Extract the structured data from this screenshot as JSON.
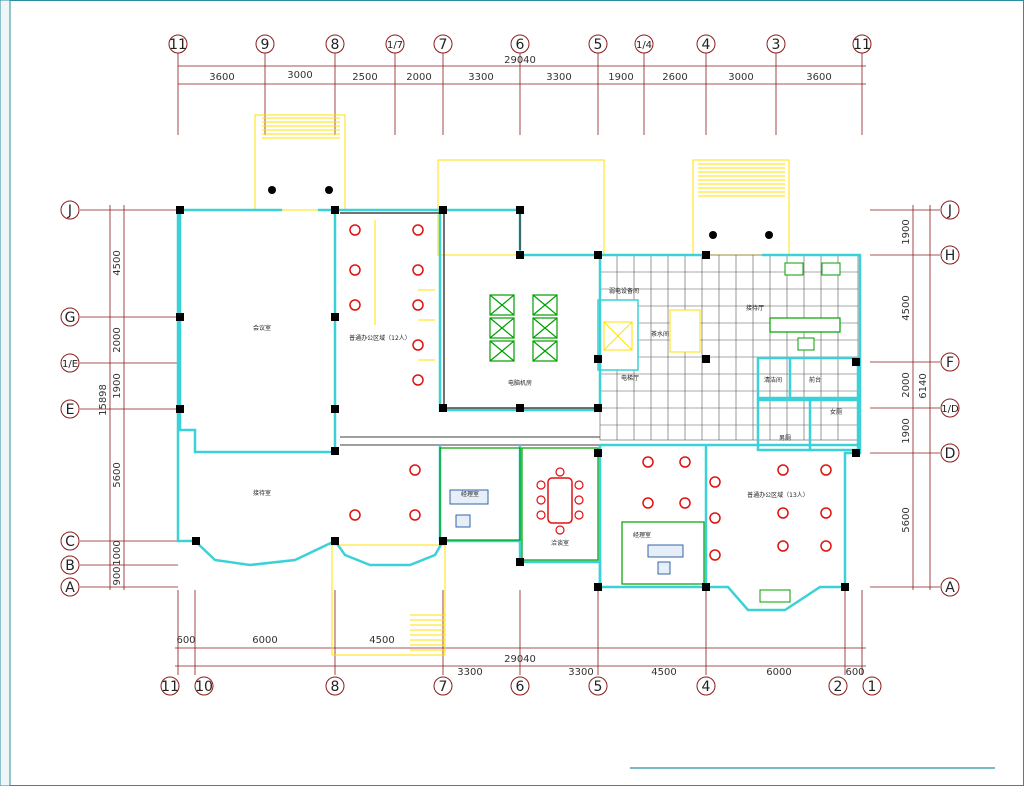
{
  "top_axes": [
    "11",
    "9",
    "8",
    "1/7",
    "7",
    "6",
    "5",
    "1/4",
    "4",
    "3",
    "11"
  ],
  "top_overall": "29040",
  "top_dims": [
    "3600",
    "3000",
    "2500",
    "2000",
    "3300",
    "3300",
    "1900",
    "2600",
    "3000",
    "3600"
  ],
  "bottom_axes": [
    "11",
    "10",
    "8",
    "7",
    "6",
    "5",
    "4",
    "2",
    "1"
  ],
  "bottom_overall": "29040",
  "bottom_dims_a": [
    "600",
    "6000",
    "4500"
  ],
  "bottom_dims_b": [
    "3300",
    "3300",
    "4500",
    "6000",
    "600"
  ],
  "left_axes": [
    "J",
    "G",
    "1/E",
    "E",
    "C",
    "B",
    "A"
  ],
  "left_overall": "15898",
  "left_dims": [
    "4500",
    "2000",
    "1900",
    "5600",
    "1000",
    "900"
  ],
  "right_axes": [
    "J",
    "H",
    "F",
    "1/D",
    "D",
    "A"
  ],
  "right_overall": "6140",
  "right_dims": [
    "1900",
    "4500",
    "2000",
    "1900",
    "5600"
  ],
  "rooms": {
    "meeting_left": "会议室",
    "office_12_left": "普通办公区域（12人）",
    "server_room": "电脑机房",
    "reception_room": "接待室",
    "manager_left": "经理室",
    "negotiation": "洽谈室",
    "manager_right": "经理室",
    "office_13_right": "普通办公区域（13人）",
    "elevator_hall": "电梯厅",
    "lobby": "接待厅",
    "tea": "茶水间",
    "front_desk": "前台",
    "cleaning": "清洁间",
    "female_wc": "女厕",
    "male_wc": "男厕",
    "equip": "弱电设备间"
  },
  "colors": {
    "wall": "#3ad2d8",
    "column": "#000000",
    "axis_line": "#8b1a1a",
    "furniture": "#ffe000",
    "chair": "#e01010",
    "table": "#00a000",
    "grid": "#555555"
  }
}
